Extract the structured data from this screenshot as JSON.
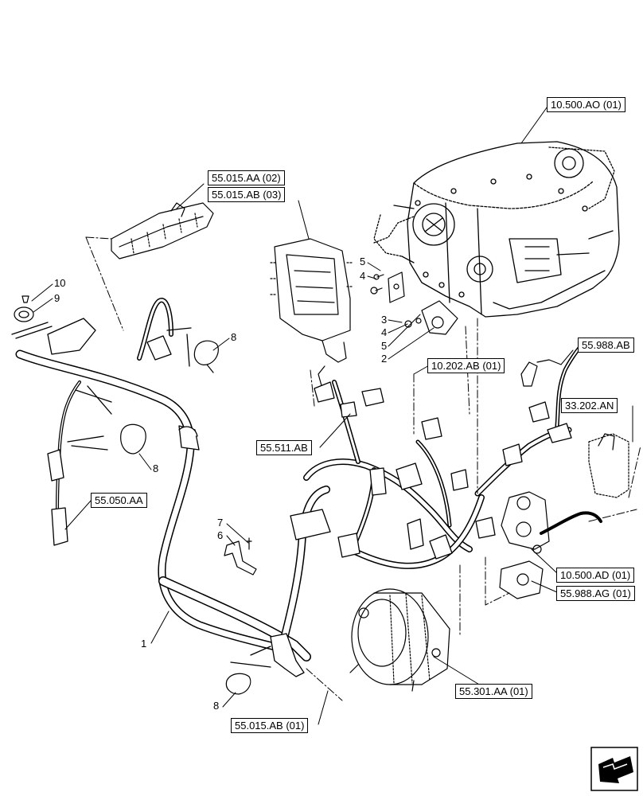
{
  "references": [
    {
      "id": "ref-10-500-ao",
      "label": "10.500.AO (01)"
    },
    {
      "id": "ref-55-015-aa",
      "label": "55.015.AA (02)"
    },
    {
      "id": "ref-55-015-ab-03",
      "label": "55.015.AB (03)"
    },
    {
      "id": "ref-55-988-ab",
      "label": "55.988.AB"
    },
    {
      "id": "ref-10-202-ab",
      "label": "10.202.AB (01)"
    },
    {
      "id": "ref-33-202-an",
      "label": "33.202.AN"
    },
    {
      "id": "ref-55-511-ab",
      "label": "55.511.AB"
    },
    {
      "id": "ref-55-050-aa",
      "label": "55.050.AA"
    },
    {
      "id": "ref-10-500-ad",
      "label": "10.500.AD (01)"
    },
    {
      "id": "ref-55-988-ag",
      "label": "55.988.AG (01)"
    },
    {
      "id": "ref-55-301-aa",
      "label": "55.301.AA (01)"
    },
    {
      "id": "ref-55-015-ab-01",
      "label": "55.015.AB (01)"
    }
  ],
  "callouts": {
    "c10": "10",
    "c9": "9",
    "c5a": "5",
    "c4a": "4",
    "c3": "3",
    "c4b": "4",
    "c5b": "5",
    "c2": "2",
    "c8a": "8",
    "c8b": "8",
    "c8c": "8",
    "c7": "7",
    "c6": "6",
    "c1": "1"
  },
  "icons": {
    "navigation": "page-navigation-arrow-icon"
  },
  "colors": {
    "line": "#000000",
    "background": "#ffffff"
  }
}
